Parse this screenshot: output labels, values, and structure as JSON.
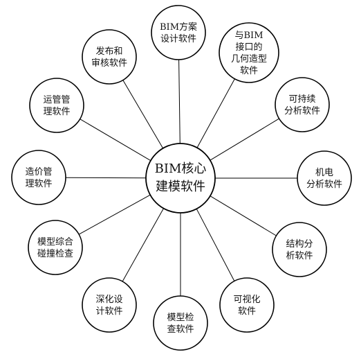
{
  "center": {
    "lines": [
      "BIM核心",
      "建模软件"
    ]
  },
  "nodes": [
    {
      "id": "bim-scheme-design",
      "lines": [
        "BIM方案",
        "设计软件"
      ]
    },
    {
      "id": "bim-geometry-modeling",
      "lines": [
        "与BIM",
        "接口的",
        "几何造型",
        "软件"
      ]
    },
    {
      "id": "sustainability-analysis",
      "lines": [
        "可持续",
        "分析软件"
      ]
    },
    {
      "id": "mep-analysis",
      "lines": [
        "机电",
        "分析软件"
      ]
    },
    {
      "id": "structural-analysis",
      "lines": [
        "结构分",
        "析软件"
      ]
    },
    {
      "id": "visualization",
      "lines": [
        "可视化",
        "软件"
      ]
    },
    {
      "id": "model-checking",
      "lines": [
        "模型检",
        "查软件"
      ]
    },
    {
      "id": "detailed-design",
      "lines": [
        "深化设",
        "计软件"
      ]
    },
    {
      "id": "model-clash-detection",
      "lines": [
        "模型综合",
        "碰撞检查"
      ]
    },
    {
      "id": "cost-management",
      "lines": [
        "造价管",
        "理软件"
      ]
    },
    {
      "id": "operations-management",
      "lines": [
        "运管管",
        "理软件"
      ]
    },
    {
      "id": "publish-review",
      "lines": [
        "发布和",
        "审核软件"
      ]
    }
  ]
}
